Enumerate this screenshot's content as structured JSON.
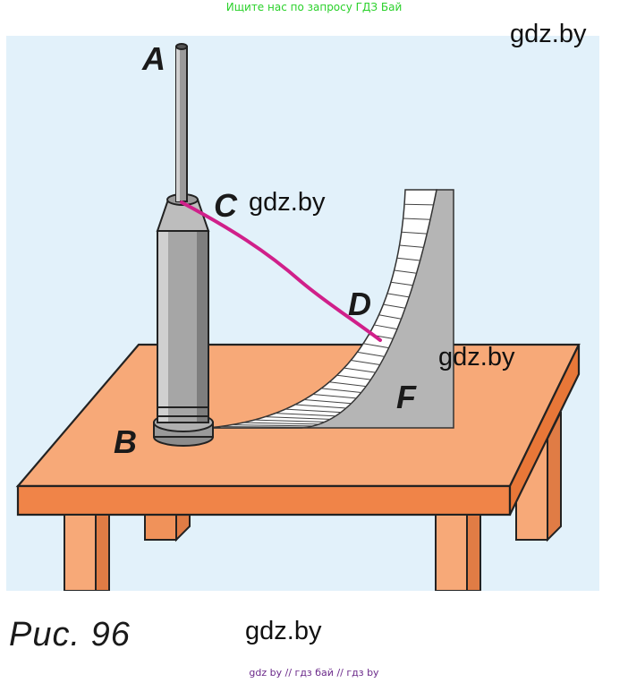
{
  "header": {
    "link_text": "Ищите нас по запросу ГДЗ Бай"
  },
  "figure": {
    "point_labels": {
      "a": "A",
      "b": "B",
      "c": "C",
      "d": "D",
      "f": "F"
    },
    "caption": "Рис. 96"
  },
  "watermarks": {
    "top_right": "gdz.by",
    "near_c": "gdz.by",
    "near_d": "gdz.by",
    "bottom": "gdz.by"
  },
  "footer": {
    "text": "gdz by  //  гдз бай  //  гдз by"
  },
  "colors": {
    "sky": "#e2f1fa",
    "table": "#f7a978",
    "stand": "#9a9a9a",
    "string": "#d0208a",
    "board": "#b5b5b5"
  },
  "icons": [
    "rod-stand",
    "string",
    "curved-scale-board",
    "table"
  ]
}
